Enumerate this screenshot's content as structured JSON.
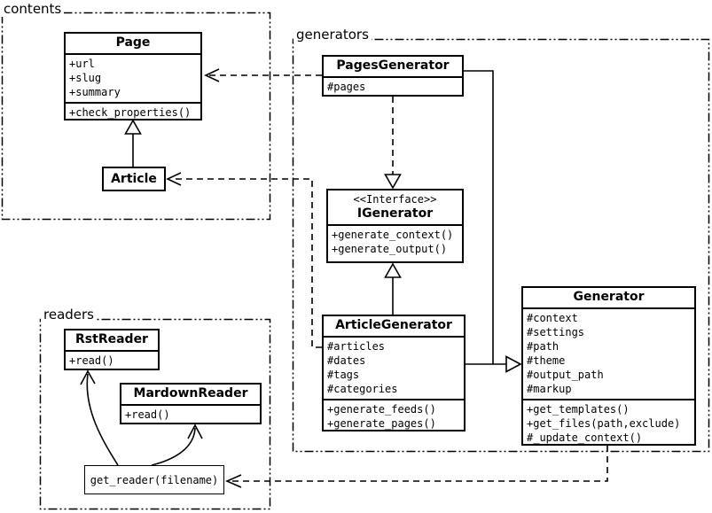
{
  "packages": {
    "contents": "contents",
    "generators": "generators",
    "readers": "readers"
  },
  "classes": {
    "page": {
      "name": "Page",
      "attributes": [
        "+url",
        "+slug",
        "+summary"
      ],
      "methods": [
        "+check_properties()"
      ]
    },
    "article": {
      "name": "Article"
    },
    "pagesGenerator": {
      "name": "PagesGenerator",
      "attributes": [
        "#pages"
      ]
    },
    "iGenerator": {
      "stereotype": "<<Interface>>",
      "name": "IGenerator",
      "methods": [
        "+generate_context()",
        "+generate_output()"
      ]
    },
    "articleGenerator": {
      "name": "ArticleGenerator",
      "attributes": [
        "#articles",
        "#dates",
        "#tags",
        "#categories"
      ],
      "methods": [
        "+generate_feeds()",
        "+generate_pages()"
      ]
    },
    "generator": {
      "name": "Generator",
      "attributes": [
        "#context",
        "#settings",
        "#path",
        "#theme",
        "#output_path",
        "#markup"
      ],
      "methods": [
        "+get_templates()",
        "+get_files(path,exclude)",
        "#_update_context()"
      ]
    },
    "rstReader": {
      "name": "RstReader",
      "methods": [
        "+read()"
      ]
    },
    "markdownReader": {
      "name": "MardownReader",
      "methods": [
        "+read()"
      ]
    },
    "getReader": {
      "name": "get_reader(filename)"
    }
  },
  "relationships": [
    {
      "from": "Article",
      "to": "Page",
      "type": "inheritance"
    },
    {
      "from": "PagesGenerator",
      "to": "Page",
      "type": "dependency"
    },
    {
      "from": "PagesGenerator",
      "to": "IGenerator",
      "type": "realization"
    },
    {
      "from": "PagesGenerator",
      "to": "Generator",
      "type": "inheritance"
    },
    {
      "from": "ArticleGenerator",
      "to": "IGenerator",
      "type": "realization"
    },
    {
      "from": "ArticleGenerator",
      "to": "Generator",
      "type": "inheritance"
    },
    {
      "from": "ArticleGenerator",
      "to": "Article",
      "type": "dependency"
    },
    {
      "from": "Generator",
      "to": "get_reader(filename)",
      "type": "dependency"
    },
    {
      "from": "get_reader(filename)",
      "to": "RstReader",
      "type": "association"
    },
    {
      "from": "get_reader(filename)",
      "to": "MardownReader",
      "type": "association"
    }
  ]
}
